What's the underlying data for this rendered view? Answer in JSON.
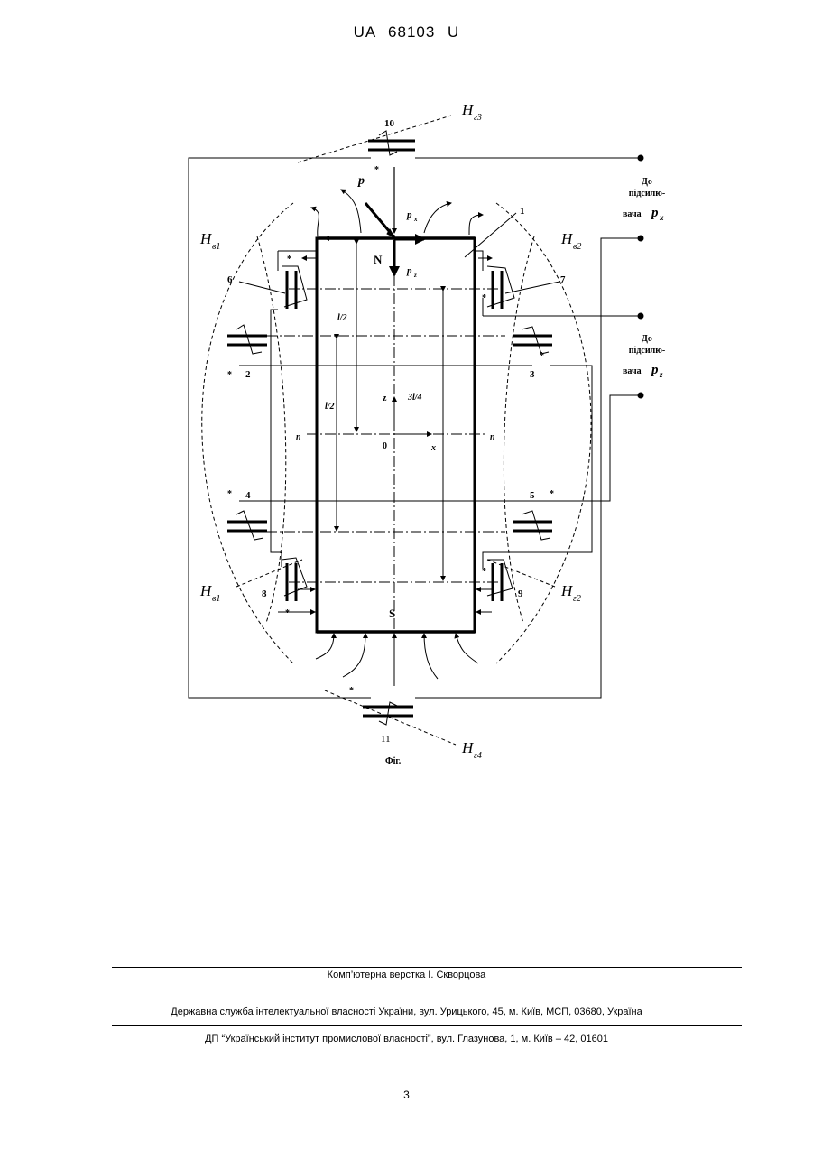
{
  "header": {
    "doc_id": "UA   68103   U"
  },
  "figure": {
    "caption": "Фіг.",
    "pole_north": "N",
    "pole_south": "S",
    "labels": {
      "p": "p",
      "px": "p",
      "px_sub": "x",
      "pz": "p",
      "pz_sub": "z",
      "z_axis": "z",
      "x_axis": "x",
      "origin": "0",
      "n_left": "n",
      "n_right": "n",
      "half_l_top": "l/2",
      "half_l": "l/2",
      "three_quarter": "3l/4",
      "star": "*"
    },
    "numbers": [
      "1",
      "2",
      "3",
      "4",
      "5",
      "6",
      "7",
      "8",
      "9",
      "10",
      "11"
    ],
    "field_labels": {
      "h_main": "H",
      "ve1": "в1",
      "ve2": "в2",
      "g3": "г3",
      "g4": "г4",
      "g2": "г2",
      "v1b": "в1"
    },
    "amplifier_x": {
      "line1": "До",
      "line2": "підсилю-",
      "line3": "вача",
      "sym": "p",
      "sub": "x"
    },
    "amplifier_z": {
      "line1": "До",
      "line2": "підсилю-",
      "line3": "вача",
      "sym": "p",
      "sub": "z"
    }
  },
  "footer": {
    "typesetter": "Комп’ютерна верстка І. Скворцова",
    "agency": "Державна служба інтелектуальної власності України, вул. Урицького, 45, м. Київ, МСП, 03680, Україна",
    "institute": "ДП “Український інститут промислової власності”, вул. Глазунова, 1, м. Київ – 42, 01601",
    "page": "3"
  }
}
